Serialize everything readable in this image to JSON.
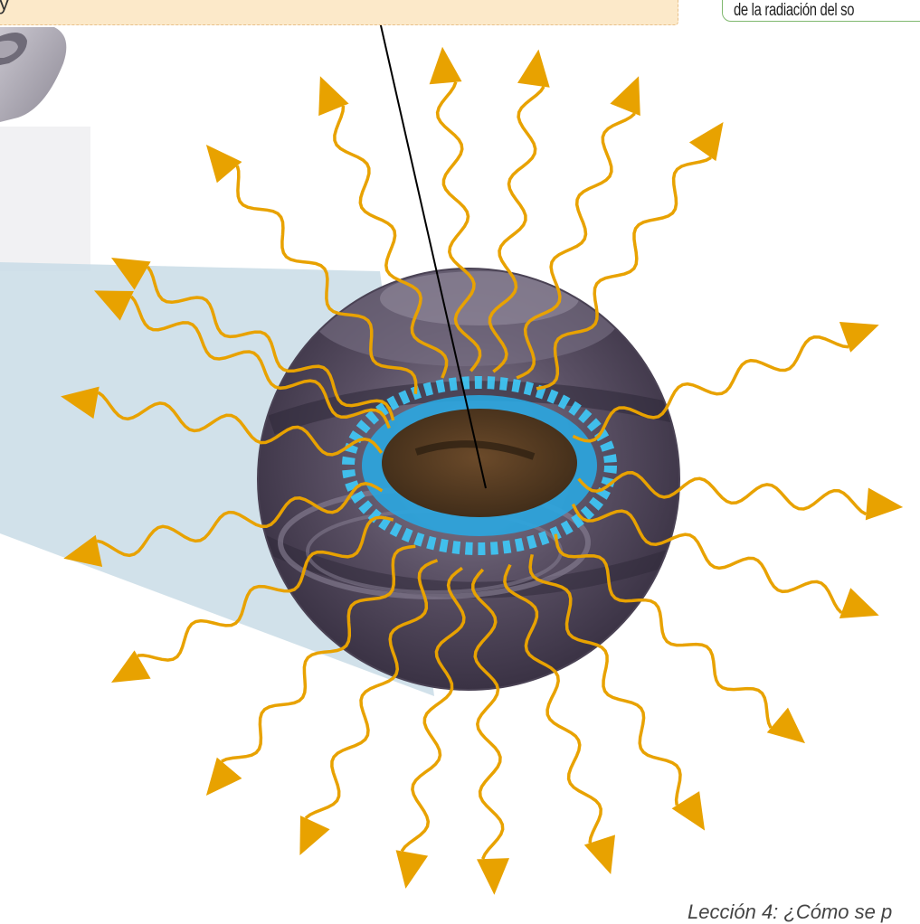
{
  "label": {
    "text": "y"
  },
  "note": {
    "text": "de la radiación del so"
  },
  "footer": {
    "text": "Lección 4: ¿Cómo se p"
  },
  "colors": {
    "arrow": "#e8a200",
    "flame": "#35b8e8",
    "burner": "#5a4e60",
    "beam": "#c9dce6",
    "label_bg": "#fce9c9",
    "note_border": "#7fb86e"
  },
  "icons": [
    "radiation-arrow",
    "gas-burner-flame",
    "stove-corner"
  ]
}
